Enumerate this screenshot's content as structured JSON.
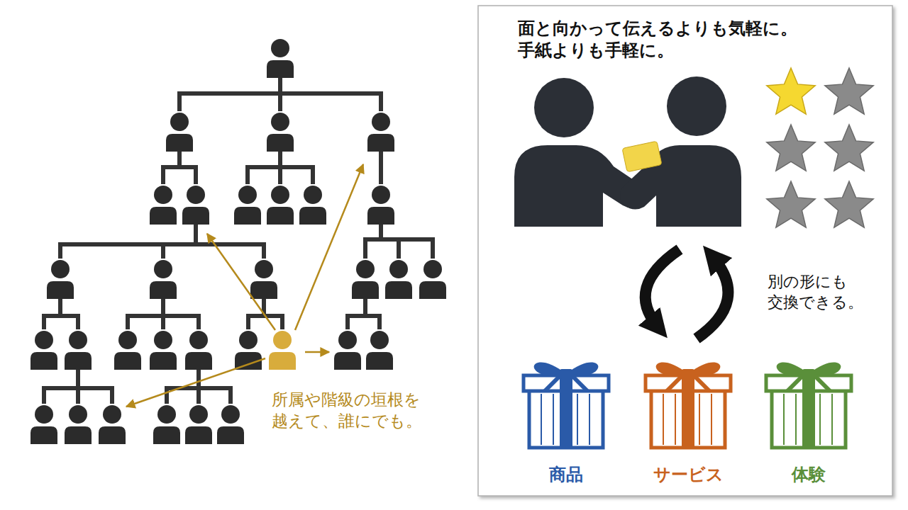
{
  "diagram": {
    "nodes": [
      {
        "text": [
          "面と向かって伝えるよりも気軽に。 手紙よりも手軽に。",
          "別の形にも 交換できる。"
        ]
      }
    ],
    "labels": [
      "所属や階級の垣根を越えて、誰にでも。",
      "商品",
      "サービス",
      "体験"
    ]
  }
}
